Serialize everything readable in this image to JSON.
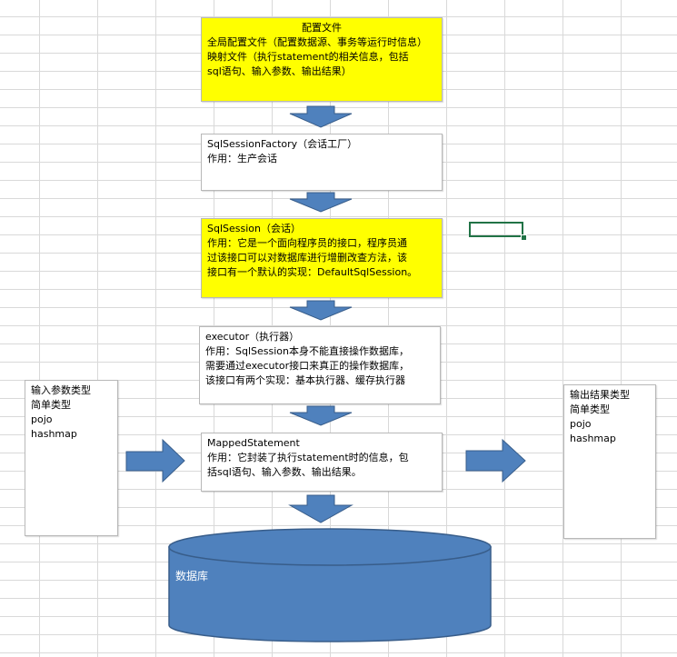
{
  "config_box": {
    "title": "配置文件",
    "lines": [
      "全局配置文件（配置数据源、事务等运行时信息）",
      "映射文件（执行statement的相关信息，包括",
      "sql语句、输入参数、输出结果）"
    ]
  },
  "factory_box": {
    "lines": [
      "SqlSessionFactory（会话工厂）",
      "作用：生产会话"
    ]
  },
  "session_box": {
    "lines": [
      "SqlSession（会话）",
      "作用：它是一个面向程序员的接口，程序员通",
      "过该接口可以对数据库进行增删改查方法，该",
      "接口有一个默认的实现：DefaultSqlSession。"
    ]
  },
  "executor_box": {
    "lines": [
      "executor（执行器）",
      "作用：SqlSession本身不能直接操作数据库，",
      "需要通过executor接口来真正的操作数据库，",
      "该接口有两个实现：基本执行器、缓存执行器"
    ]
  },
  "mapped_box": {
    "lines": [
      "MappedStatement",
      "作用：它封装了执行statement时的信息，包",
      "括sql语句、输入参数、输出结果。"
    ]
  },
  "input_box": {
    "lines": [
      "输入参数类型",
      "简单类型",
      "pojo",
      "hashmap"
    ]
  },
  "output_box": {
    "lines": [
      "输出结果类型",
      "简单类型",
      "pojo",
      "hashmap"
    ]
  },
  "database": {
    "label": "数据库"
  },
  "colors": {
    "arrow_fill": "#4f81bd",
    "arrow_stroke": "#385d8a",
    "yellow": "#ffff00",
    "selection": "#217346"
  }
}
